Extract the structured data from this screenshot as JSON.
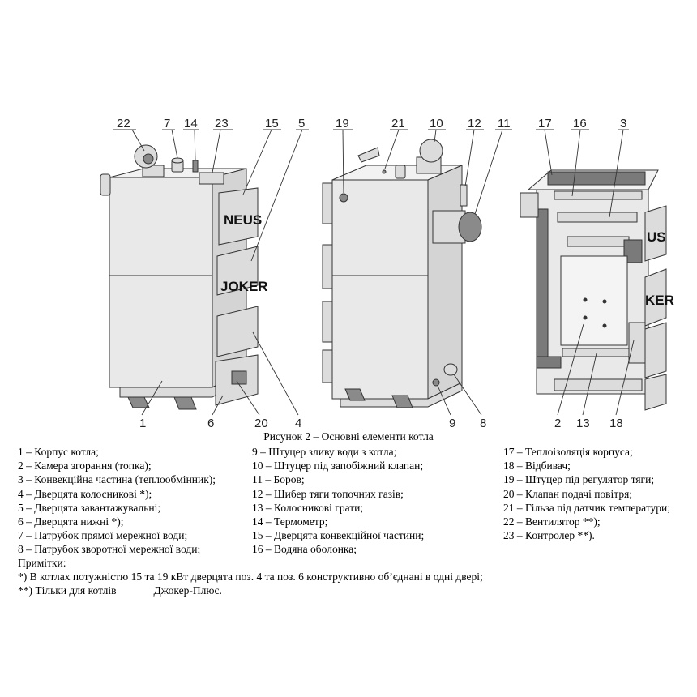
{
  "callouts": {
    "c22": "22",
    "c7": "7",
    "c14": "14",
    "c23": "23",
    "c15": "15",
    "c5": "5",
    "c19": "19",
    "c21": "21",
    "c10": "10",
    "c12": "12",
    "c11": "11",
    "c17": "17",
    "c16": "16",
    "c3": "3",
    "c1": "1",
    "c6": "6",
    "c20": "20",
    "c4": "4",
    "c9": "9",
    "c8": "8",
    "c2": "2",
    "c13": "13",
    "c18": "18"
  },
  "brand": {
    "neus": "NEUS",
    "joker": "JOKER",
    "us": "US",
    "ker": "KER"
  },
  "caption": "Рисунок 2 – Основні елементи котла",
  "legend": {
    "col1": [
      "1 – Корпус котла;",
      "2 – Камера згорання (топка);",
      "3 – Конвекційна частина (теплообмінник);",
      "4 – Дверцята колосникові *);",
      "5 – Дверцята завантажувальні;",
      "6 – Дверцята нижні *);",
      "7 – Патрубок прямої мережної води;",
      "8 – Патрубок зворотної мережної води;"
    ],
    "col2": [
      "9 – Штуцер зливу води з котла;",
      "10 – Штуцер під запобіжний клапан;",
      "11 – Боров;",
      "12 – Шибер тяги топочних газів;",
      "13 – Колосникові грати;",
      "14 – Термометр;",
      "15 – Дверцята конвекційної частини;",
      "16 – Водяна оболонка;"
    ],
    "col3": [
      "17 – Теплоізоляція корпуса;",
      "18 – Відбивач;",
      "19 – Штуцер під регулятор тяги;",
      "20 – Клапан подачі повітря;",
      "21 – Гільза під датчик температури;",
      "22 – Вентилятор **);",
      "23 – Контролер **)."
    ]
  },
  "notes": {
    "title": "Примітки:",
    "note1": "*) В котлах потужністю 15 та 19 кВт дверцята поз. 4 та поз. 6 конструктивно об’єднані в одні двері;",
    "note2_a": "**) Тільки для котлів",
    "note2_b": "Джокер-Плюс."
  }
}
